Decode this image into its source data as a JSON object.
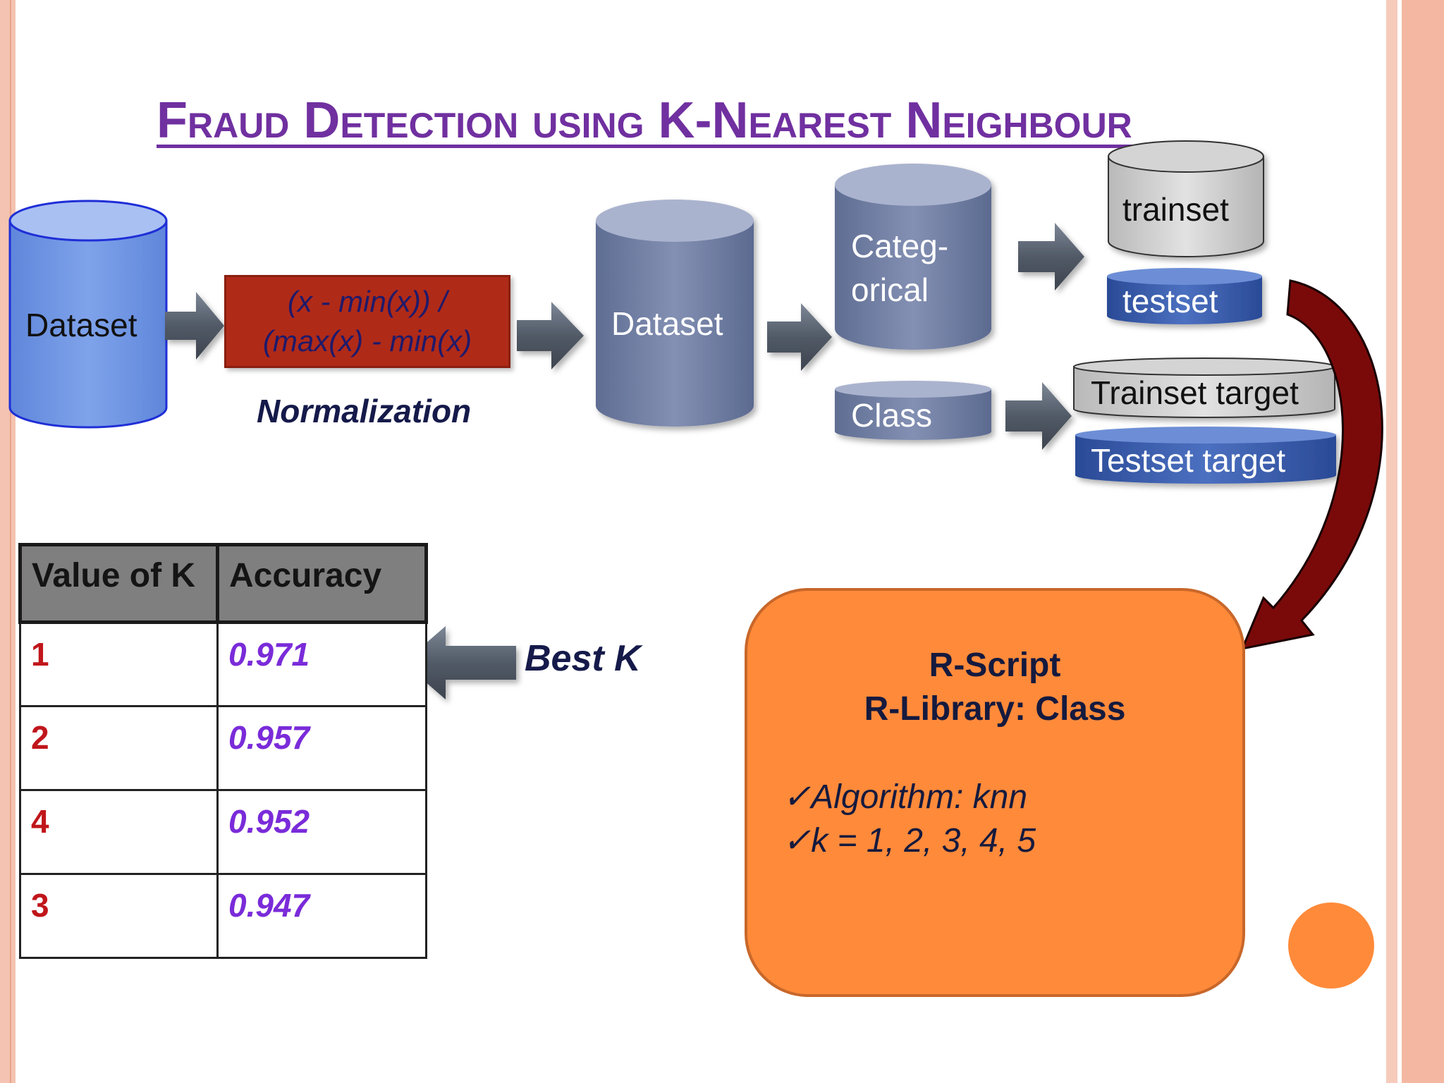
{
  "title": "Fraud Detection using K-Nearest Neighbour",
  "nodes": {
    "dataset_raw": "Dataset",
    "normalization_formula_line1": "(x - min(x)) /",
    "normalization_formula_line2": "(max(x) - min(x)",
    "normalization_label": "Normalization",
    "dataset_normalized": "Dataset",
    "categorical_line1": "Categ-",
    "categorical_line2": "orical",
    "class": "Class",
    "trainset": "trainset",
    "testset": "testset",
    "trainset_target": "Trainset target",
    "testset_target": "Testset target"
  },
  "rscript": {
    "heading1": "R-Script",
    "heading2": "R-Library: Class",
    "items": [
      "✓Algorithm: knn",
      "✓k = 1, 2, 3, 4, 5"
    ]
  },
  "best_k_label": "Best K",
  "results_table": {
    "headers": [
      "Value of K",
      "Accuracy"
    ],
    "rows": [
      {
        "k": "1",
        "accuracy": "0.971"
      },
      {
        "k": "2",
        "accuracy": "0.957"
      },
      {
        "k": "4",
        "accuracy": "0.952"
      },
      {
        "k": "3",
        "accuracy": "0.947"
      }
    ]
  },
  "colors": {
    "title": "#7030a0",
    "normalization_box": "#b02a18",
    "rscript_box": "#ff8a3a",
    "curved_arrow": "#7a0a0a",
    "k_values": "#c0161b",
    "accuracy_values": "#7a2bd9"
  }
}
